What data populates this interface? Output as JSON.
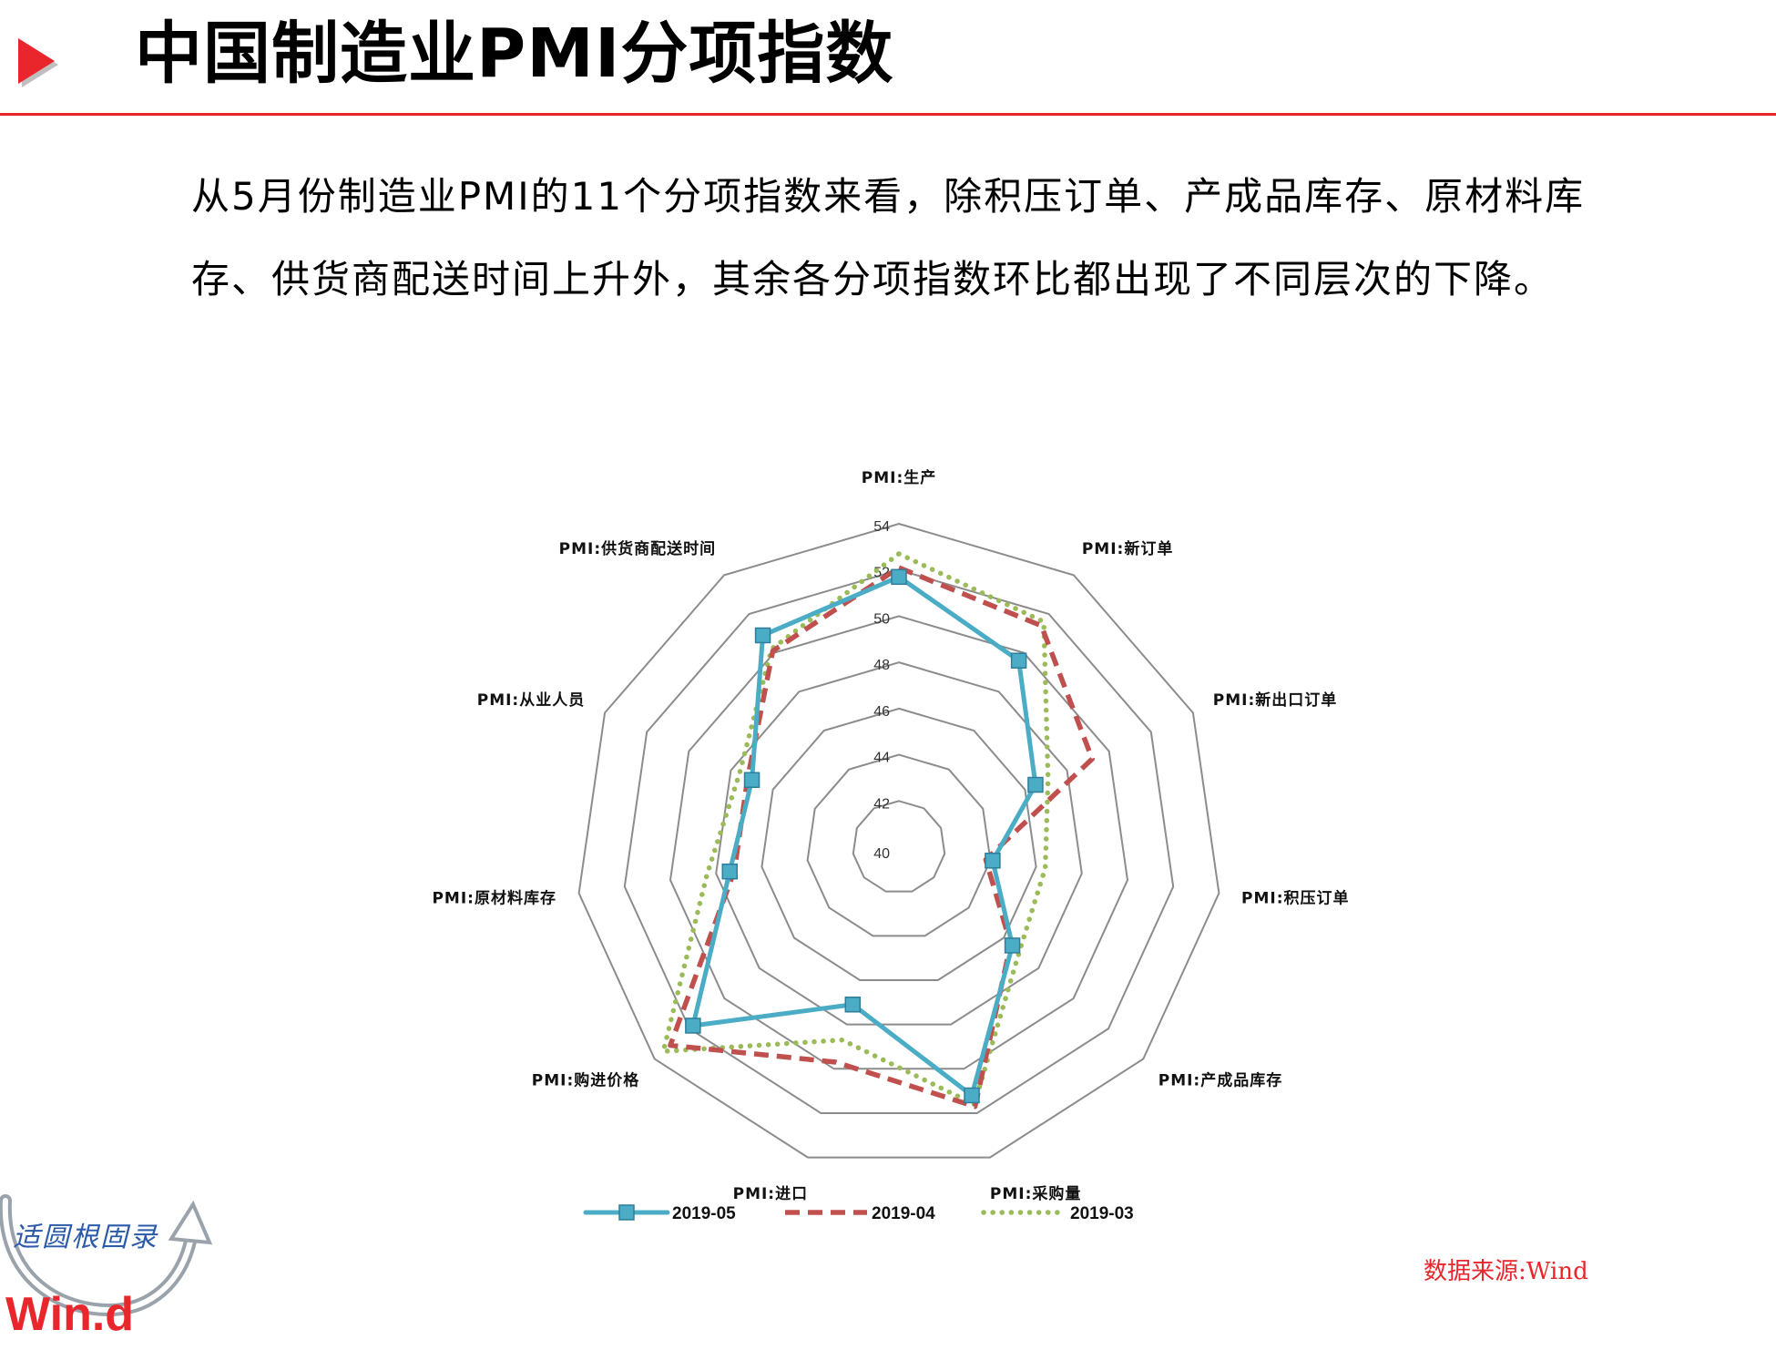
{
  "header": {
    "title": "中国制造业PMI分项指数"
  },
  "body": {
    "paragraph": "从5月份制造业PMI的11个分项指数来看，除积压订单、产成品库存、原材料库存、供货商配送时间上升外，其余各分项指数环比都出现了不同层次的下降。"
  },
  "chart_data": {
    "type": "radar",
    "categories": [
      "PMI:生产",
      "PMI:新订单",
      "PMI:新出口订单",
      "PMI:积压订单",
      "PMI:产成品库存",
      "PMI:采购量",
      "PMI:进口",
      "PMI:购进价格",
      "PMI:原材料库存",
      "PMI:从业人员",
      "PMI:供货商配送时间"
    ],
    "axis": {
      "ticks": [
        "40",
        "42",
        "44",
        "46",
        "48",
        "50",
        "52",
        "54"
      ],
      "range": [
        40,
        54
      ],
      "grid": true
    },
    "series": [
      {
        "name": "2019-05",
        "values": [
          51.7,
          49.6,
          46.5,
          44.1,
          46.5,
          51.2,
          47.1,
          51.8,
          47.4,
          47.0,
          50.9
        ],
        "color": "#4bacc6",
        "style": "solid-square-markers"
      },
      {
        "name": "2019-04",
        "values": [
          52.1,
          51.4,
          49.2,
          43.8,
          46.4,
          51.7,
          49.7,
          53.1,
          47.2,
          47.2,
          50.1
        ],
        "color": "#c0504d",
        "style": "dashed"
      },
      {
        "name": "2019-03",
        "values": [
          52.7,
          51.6,
          47.1,
          46.4,
          46.9,
          51.6,
          48.7,
          53.5,
          48.4,
          47.6,
          50.2
        ],
        "color": "#9bbb59",
        "style": "dotted"
      }
    ],
    "legend_position": "bottom"
  },
  "footer": {
    "source": "数据来源:Wind",
    "logo_text": "Win.d",
    "logo_script": "适圆根固录"
  }
}
